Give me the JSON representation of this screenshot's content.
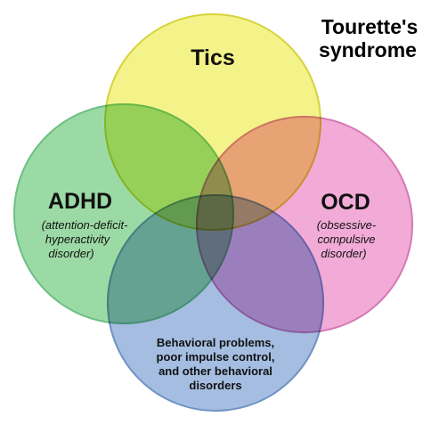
{
  "title": {
    "lines": [
      "Tourette's",
      "syndrome"
    ]
  },
  "circles": [
    {
      "id": "tics",
      "label": "Tics",
      "sublabel_lines": [],
      "color": "#f3f283"
    },
    {
      "id": "adhd",
      "label": "ADHD",
      "sublabel_lines": [
        "(attention-deficit-",
        "hyperactivity",
        "disorder)"
      ],
      "color": "#97d8a0"
    },
    {
      "id": "ocd",
      "label": "OCD",
      "sublabel_lines": [
        "(obsessive-",
        "compulsive",
        "disorder)"
      ],
      "color": "#f0a6d4"
    },
    {
      "id": "behavioral",
      "label": "",
      "sublabel_lines": [
        "Behavioral problems,",
        "poor impulse control,",
        "and other behavioral",
        "disorders"
      ],
      "color": "#9fb9de"
    }
  ],
  "colors": {
    "tics_fill": "#f3f283",
    "tics_stroke": "#d6d23c",
    "adhd_fill": "#97d8a0",
    "adhd_stroke": "#6cbf83",
    "ocd_fill": "#f0a6d4",
    "ocd_stroke": "#d678b5",
    "behavioral_fill": "#9fb9de",
    "behavioral_stroke": "#6f92c6",
    "center_overlap": "#3a4a40"
  }
}
